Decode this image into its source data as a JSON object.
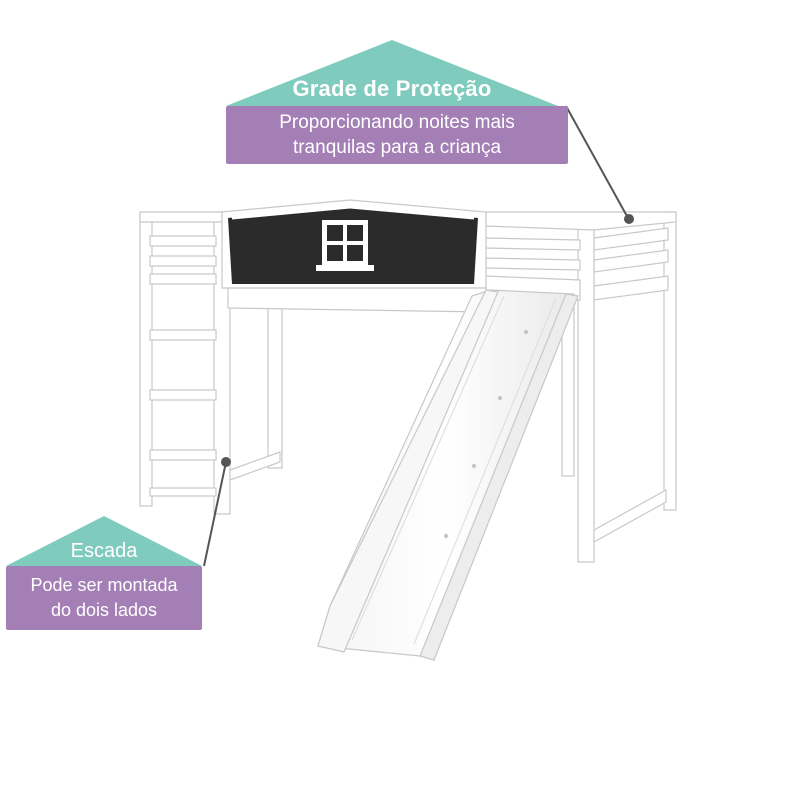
{
  "callouts": {
    "protection": {
      "title": "Grade de Proteção",
      "line1": "Proporcionando noites mais",
      "line2": "tranquilas para a criança"
    },
    "ladder": {
      "title": "Escada",
      "line1": "Pode ser montada",
      "line2": "do dois lados"
    }
  },
  "colors": {
    "teal": "#7fcbbd",
    "purple": "#a47fb6",
    "panel": "#2b2b2b",
    "frame": "#ffffff",
    "outline": "#c8c8c8",
    "pointer": "#555555"
  },
  "icons": {
    "window": "window-icon"
  }
}
